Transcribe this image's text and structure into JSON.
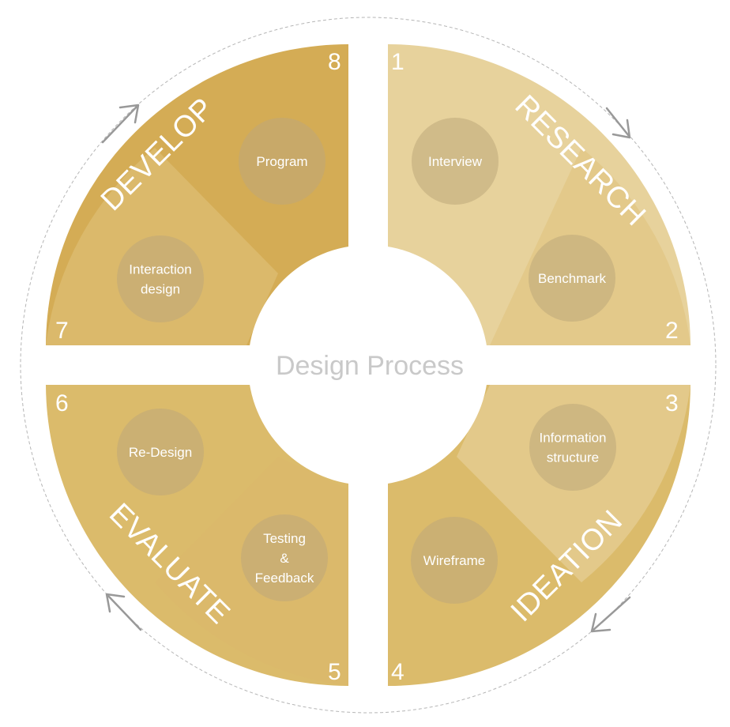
{
  "title": "Design Process",
  "colors": {
    "q1": "#e7d29c",
    "q1_light": "#ecd9a8",
    "q2": "#e3c98a",
    "q3": "#dbbb6b",
    "q4": "#d4ac55",
    "q4_light": "#dbb96b",
    "step_circle": "#bda77a",
    "arrow": "#999999",
    "center_text": "#c9c9c9"
  },
  "phases": [
    {
      "name": "RESEARCH",
      "steps": [
        {
          "number": "1",
          "label": "Interview"
        },
        {
          "number": "2",
          "label": "Benchmark"
        }
      ]
    },
    {
      "name": "IDEATION",
      "steps": [
        {
          "number": "3",
          "label": "Information structure"
        },
        {
          "number": "4",
          "label": "Wireframe"
        }
      ]
    },
    {
      "name": "EVALUATE",
      "steps": [
        {
          "number": "5",
          "label": "Testing & Feedback"
        },
        {
          "number": "6",
          "label": "Re-Design"
        }
      ]
    },
    {
      "name": "DEVELOP",
      "steps": [
        {
          "number": "7",
          "label": "Interaction design"
        },
        {
          "number": "8",
          "label": "Program"
        }
      ]
    }
  ]
}
